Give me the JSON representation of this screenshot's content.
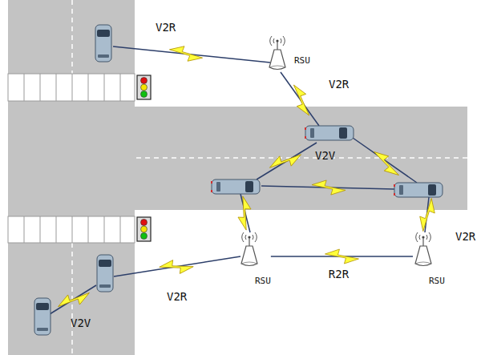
{
  "diagram": {
    "nodes": [
      {
        "text": [
          "RSU"
        ]
      },
      {
        "text": [
          "RSU"
        ]
      },
      {
        "text": [
          "RSU"
        ]
      }
    ],
    "edges": [
      {
        "from": 1,
        "to": 2,
        "arrow": "none",
        "label": "R2R"
      }
    ],
    "labels": [
      "V2R",
      "V2R",
      "V2V",
      "V2R",
      "V2R",
      "V2V"
    ]
  }
}
